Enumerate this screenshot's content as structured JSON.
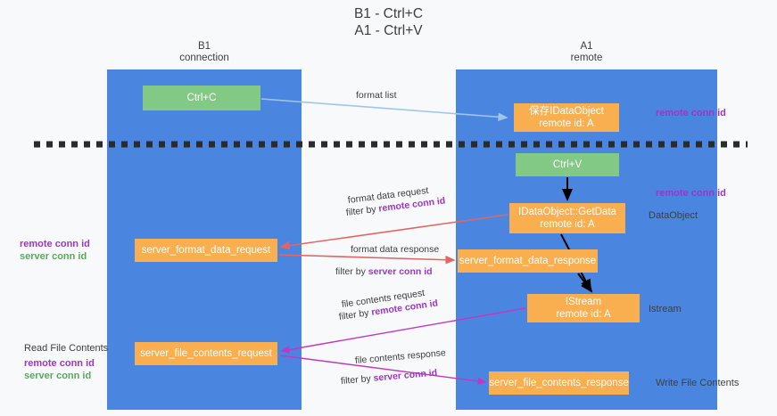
{
  "title": "B1 - Ctrl+C\nA1 - Ctrl+V",
  "columns": {
    "left": {
      "header": "B1\nconnection",
      "color": "#4a86e0"
    },
    "right": {
      "header": "A1\nremote",
      "color": "#4a86e0"
    }
  },
  "colors": {
    "lane": "#4a86e0",
    "green_node": "#83c986",
    "orange_node": "#f9ae50",
    "purple_text": "#9b36c9",
    "green_text": "#5aa85e",
    "red_arrow": "#e06666",
    "magenta_arrow": "#c336c3",
    "blue_arrow": "#9fc5e8",
    "black_arrow": "#000000",
    "background": "#f8f9fa",
    "body_text": "#3c4043"
  },
  "nodes": {
    "ctrl_c": "Ctrl+C",
    "idataobject": "保存IDataObject\nremote id: A",
    "ctrl_v": "Ctrl+V",
    "getdata": "IDataObject::GetData\nremote id: A",
    "server_format_data_request": "server_format_data_request",
    "server_format_data_response": "server_format_data_response",
    "istream": "IStream\nremote id: A",
    "server_file_contents_request": "server_file_contents_request",
    "server_file_contents_response": "server_file_contents_response"
  },
  "edge_labels": {
    "format_list": "format list",
    "format_data_request": "format data request",
    "format_data_request_filter_prefix": "filter by ",
    "format_data_request_filter_key": "remote conn id",
    "format_data_response": "format data response",
    "format_data_response_filter_prefix": "filter by ",
    "format_data_response_filter_key": "server conn id",
    "file_contents_request": "file contents request",
    "file_contents_request_filter_prefix": "filter by ",
    "file_contents_request_filter_key": "remote conn id",
    "file_contents_response": "file contents response",
    "file_contents_response_filter_prefix": "filter by ",
    "file_contents_response_filter_key": "server conn id"
  },
  "annotations": {
    "top_right_remote_conn_id": "remote conn id",
    "mid_right_remote_conn_id": "remote conn id",
    "dataobject": "DataObject",
    "istream": "Istream",
    "write_file_contents": "Write File Contents",
    "read_file_contents": "Read File Contents",
    "left_remote_conn_id": "remote conn id",
    "left_server_conn_id": "server conn id",
    "read_remote_conn_id": "remote conn id",
    "read_server_conn_id": "server conn id"
  }
}
